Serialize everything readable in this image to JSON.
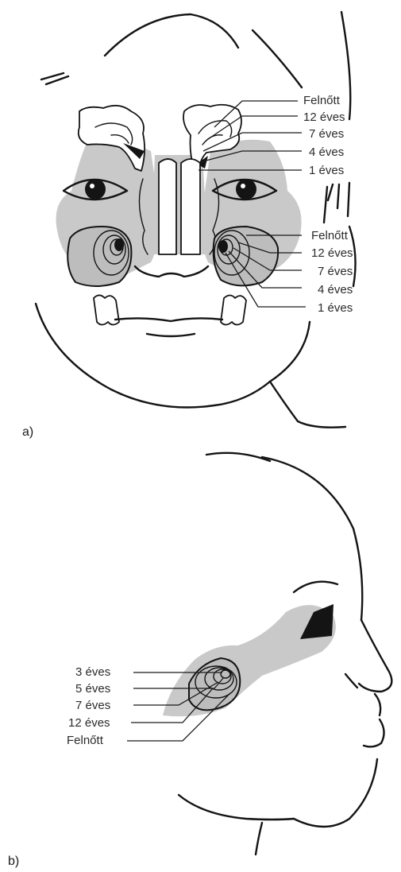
{
  "panel_a": {
    "tag": "a)",
    "frontal_labels": [
      "Felnőtt",
      "12 éves",
      "7 éves",
      "4 éves",
      "1 éves"
    ],
    "maxillary_labels": [
      "Felnőtt",
      "12 éves",
      "7 éves",
      "4 éves",
      "1 éves"
    ]
  },
  "panel_b": {
    "tag": "b)",
    "labels": [
      "3 éves",
      "5 éves",
      "7 éves",
      "12 éves",
      "Felnőtt"
    ]
  },
  "colors": {
    "ink": "#141414",
    "shade": "#c9c9c9",
    "paper": "#ffffff"
  }
}
